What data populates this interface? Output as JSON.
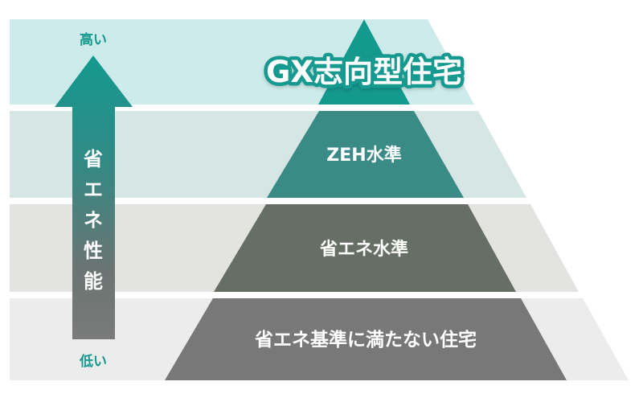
{
  "diagram": {
    "type": "pyramid",
    "title": "GX志向型住宅",
    "axis": {
      "label": "省エネ性能",
      "label_chars": [
        "省",
        "エ",
        "ネ",
        "性",
        "能"
      ],
      "high_label": "高い",
      "low_label": "低い"
    },
    "tiers": [
      {
        "level": 1,
        "label": "GX志向型住宅",
        "color": "#14998f",
        "band_color": "#cdebea"
      },
      {
        "level": 2,
        "label": "ZEH水準",
        "color": "#3a8a86",
        "band_color": "#d6e6e4"
      },
      {
        "level": 3,
        "label": "省エネ水準",
        "color": "#676e66",
        "band_color": "#e3e4e2"
      },
      {
        "level": 4,
        "label": "省エネ基準に満たない住宅",
        "color": "#787878",
        "band_color": "#ececec"
      }
    ],
    "colors": {
      "accent": "#15998f",
      "arrow_top": "#14998f",
      "arrow_bottom": "#7a7a7a",
      "text_on_tier": "#ffffff"
    }
  }
}
